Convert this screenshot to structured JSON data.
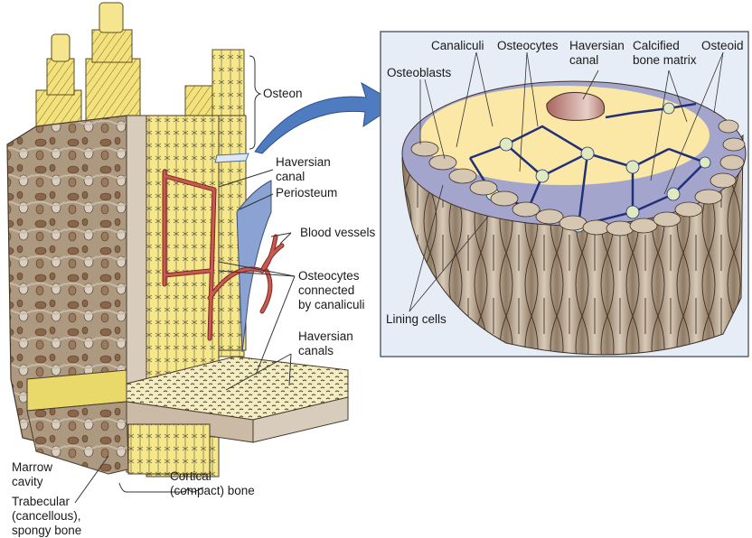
{
  "figure": {
    "subject": "Bone structure: cortical and trabecular bone with microscopic inset of osteon surface"
  },
  "colors": {
    "osteon_yellow": "#f2e27a",
    "bone_tan": "#b9a48c",
    "bone_dark": "#8b6a4e",
    "marrow_brown": "#9c7050",
    "vessel_red": "#b5443e",
    "periosteum_blue": "#6f8fc4",
    "arrow_blue": "#4f7cc0",
    "inset_bg": "#e6edf6",
    "matrix_cream": "#fbe8a6",
    "osteoid_lavender": "#9ea0c8",
    "osteocyte_green": "#dfeabf",
    "haversian_canal": "#b9756b",
    "lining_cell_tan": "#a8937d"
  },
  "labels": {
    "osteon": "Osteon",
    "haversian_canal": "Haversian\ncanal",
    "periosteum": "Periosteum",
    "blood_vessels": "Blood vessels",
    "osteocytes_connected": "Osteocytes\nconnected\nby canaliculi",
    "haversian_canals": "Haversian\ncanals",
    "marrow_cavity": "Marrow\ncavity",
    "trabecular_bone": "Trabecular\n(cancellous),\nspongy bone",
    "cortical_bone": "Cortical\n(compact) bone"
  },
  "inset": {
    "labels": {
      "osteoblasts": "Osteoblasts",
      "canaliculi": "Canaliculi",
      "osteocytes": "Osteocytes",
      "haversian_canal": "Haversian\ncanal",
      "calcified_bone_matrix": "Calcified\nbone matrix",
      "osteoid": "Osteoid",
      "lining_cells": "Lining cells"
    }
  }
}
